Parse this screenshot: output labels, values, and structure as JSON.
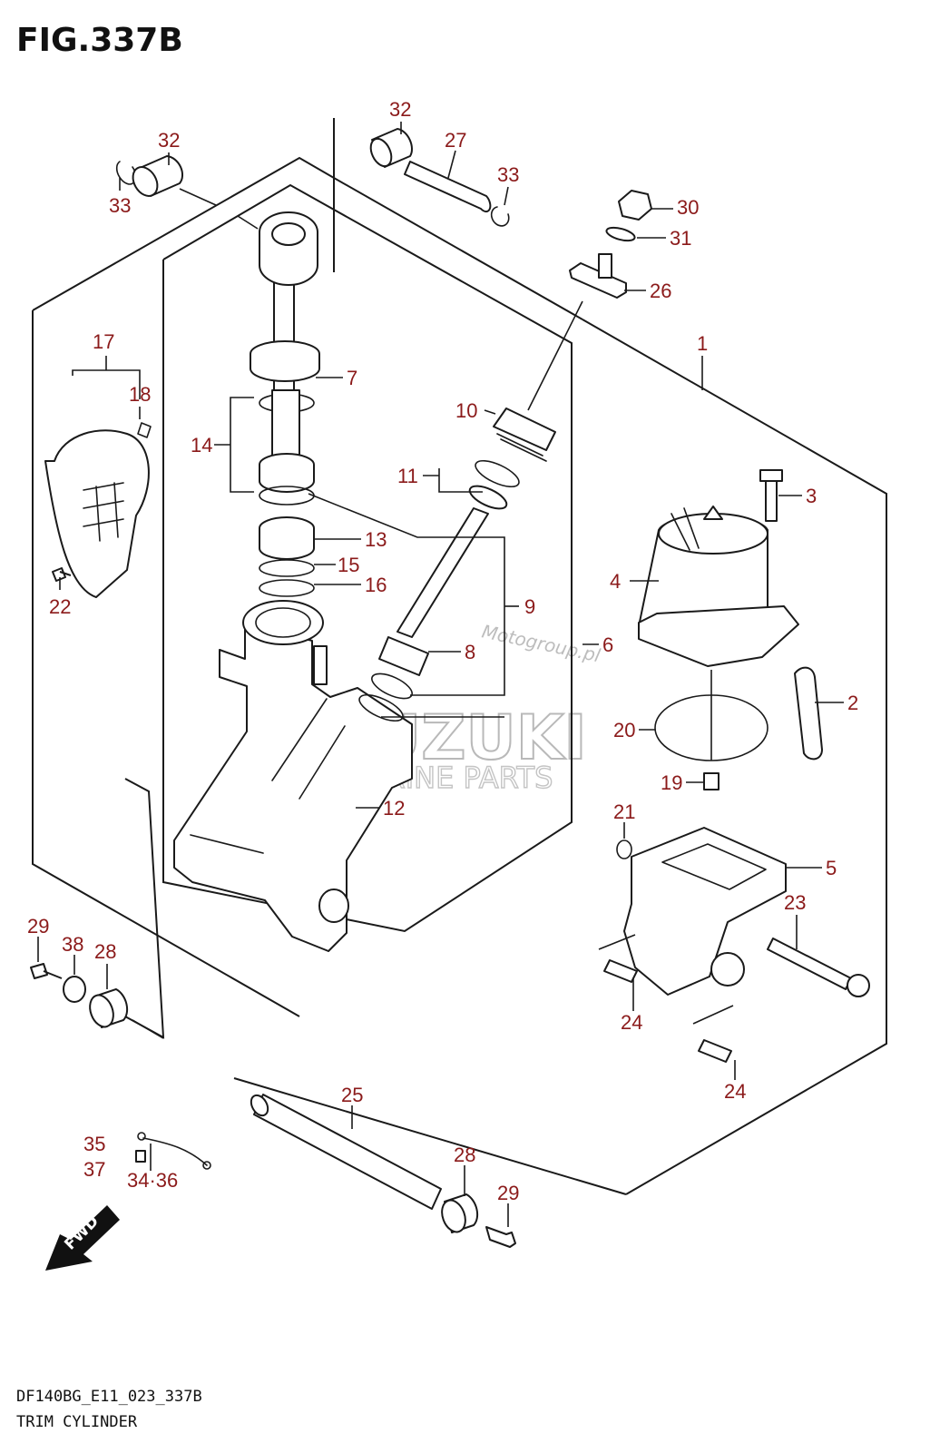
{
  "figure": {
    "title": "FIG.337B",
    "code": "DF140BG_E11_023_337B",
    "name": "TRIM CYLINDER"
  },
  "watermark": {
    "brand": "SUZUKI",
    "sub": "MARINE PARTS",
    "site": "Motogroup.pl"
  },
  "direction_badge": "FWD",
  "callouts": {
    "c32a": "32",
    "c32b": "32",
    "c33a": "33",
    "c33b": "33",
    "c27": "27",
    "c30": "30",
    "c31": "31",
    "c26": "26",
    "c1": "1",
    "c17": "17",
    "c18": "18",
    "c7": "7",
    "c14": "14",
    "c10": "10",
    "c11": "11",
    "c3": "3",
    "c4": "4",
    "c13": "13",
    "c15": "15",
    "c16": "16",
    "c9": "9",
    "c22": "22",
    "c8": "8",
    "c6": "6",
    "c2": "2",
    "c20": "20",
    "c19": "19",
    "c12": "12",
    "c21": "21",
    "c5": "5",
    "c23": "23",
    "c29a": "29",
    "c38": "38",
    "c28a": "28",
    "c24a": "24",
    "c24b": "24",
    "c25": "25",
    "c35": "35",
    "c37": "37",
    "c34_36": "34·36",
    "c28b": "28",
    "c29b": "29"
  }
}
